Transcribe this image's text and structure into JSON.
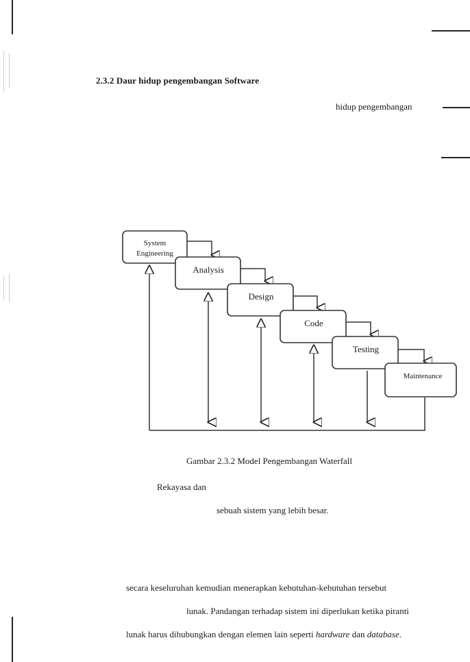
{
  "section": {
    "heading": "2.3.2  Daur hidup pengembangan Software"
  },
  "paragraphs": {
    "line_a": "hidup  pengembangan",
    "line_b": "Rekayasa  dan",
    "line_c": "sebuah  sistem  yang  lebih  besar.",
    "line_d": "secara  keseluruhan  kemudian  menerapkan  kebutuhan-kebutuhan  tersebut",
    "line_e": "lunak.  Pandangan  terhadap  sistem  ini  diperlukan  ketika  piranti",
    "line_f_start": "lunak harus dihubungkan dengan elemen lain seperti ",
    "line_f_em1": "hardware",
    "line_f_mid": " dan ",
    "line_f_em2": "database",
    "line_f_end": "."
  },
  "figure": {
    "caption": "Gambar 2.3.2    Model Pengembangan Waterfall",
    "stages": [
      {
        "label_line1": "System",
        "label_line2": "Engineering"
      },
      {
        "label_line1": "Analysis",
        "label_line2": ""
      },
      {
        "label_line1": "Design",
        "label_line2": ""
      },
      {
        "label_line1": "Code",
        "label_line2": ""
      },
      {
        "label_line1": "Testing",
        "label_line2": ""
      },
      {
        "label_line1": "Maintenance",
        "label_line2": ""
      }
    ]
  }
}
